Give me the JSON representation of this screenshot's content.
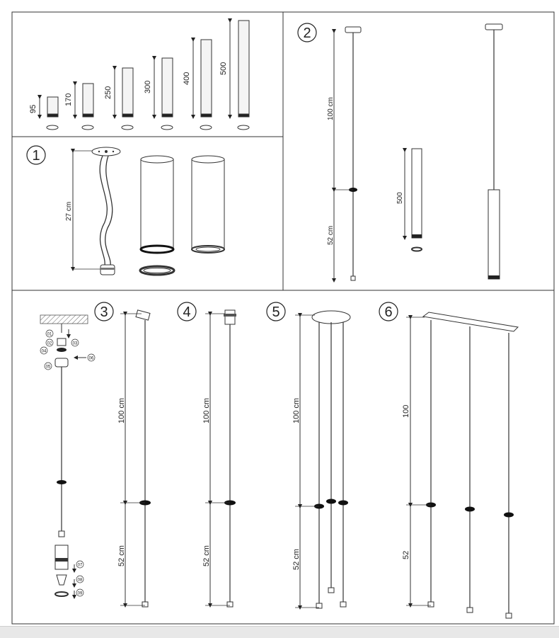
{
  "top_sizes": {
    "labels": [
      "95",
      "170",
      "250",
      "300",
      "400",
      "500"
    ]
  },
  "panel1": {
    "number": "1",
    "cable_label": "27 cm"
  },
  "panel2": {
    "number": "2",
    "upper_label": "100 cm",
    "lower_label": "52 cm",
    "tube_label": "500"
  },
  "panel_exploded": {
    "callouts": [
      "01",
      "02",
      "03",
      "04",
      "05",
      "06",
      "07",
      "08",
      "09"
    ]
  },
  "panel3": {
    "number": "3",
    "upper_label": "100 cm",
    "lower_label": "52 cm"
  },
  "panel4": {
    "number": "4",
    "upper_label": "100 cm",
    "lower_label": "52 cm"
  },
  "panel5": {
    "number": "5",
    "upper_label": "100 cm",
    "lower_label": "52 cm"
  },
  "panel6": {
    "number": "6",
    "upper_label": "100",
    "lower_label": "52"
  },
  "colors": {
    "line": "#333333",
    "dark": "#111111",
    "panel_border": "#333333",
    "hatch": "#555555"
  }
}
